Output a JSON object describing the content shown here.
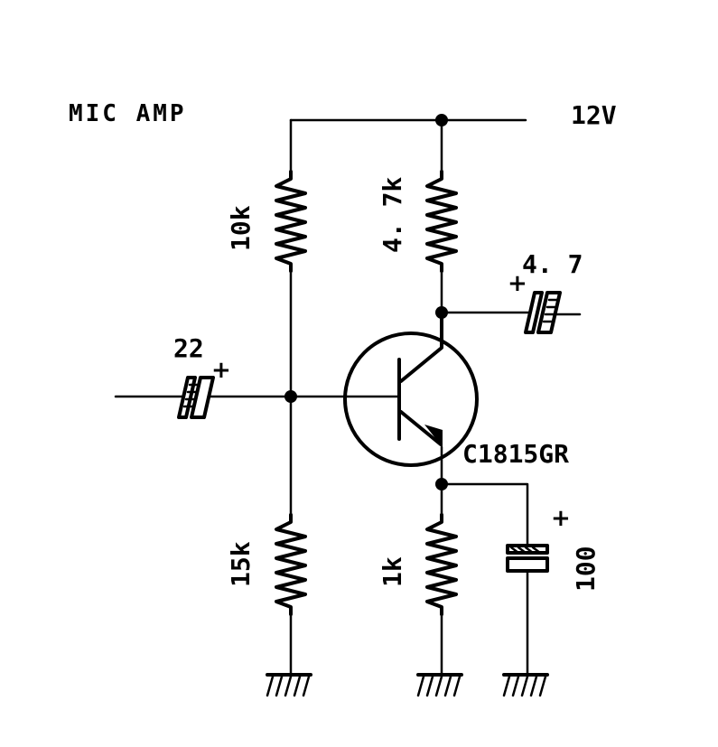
{
  "title": "MIC AMP",
  "supply_label": "12V",
  "resistors": {
    "r_bias_top": "10k",
    "r_collector": "4. 7k",
    "r_bias_bottom": "15k",
    "r_emitter": "1k"
  },
  "capacitors": {
    "c_input": "22",
    "c_output": "4. 7",
    "c_emitter": "100",
    "polarity_mark": "+"
  },
  "transistor": "C1815GR",
  "icons": [
    "resistor-icon",
    "capacitor-icon",
    "npn-transistor-icon",
    "ground-icon",
    "junction-dot-icon"
  ]
}
